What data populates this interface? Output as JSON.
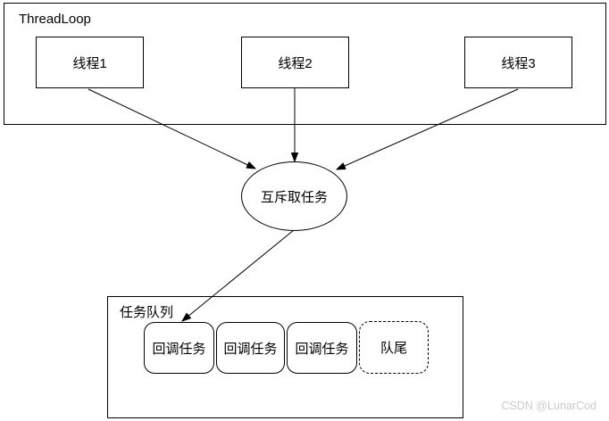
{
  "diagram": {
    "thread_loop": {
      "label": "ThreadLoop",
      "threads": [
        {
          "label": "线程1"
        },
        {
          "label": "线程2"
        },
        {
          "label": "线程3"
        }
      ]
    },
    "mutex": {
      "label": "互斥取任务"
    },
    "task_queue": {
      "label": "任务队列",
      "tasks": [
        {
          "label": "回调任务"
        },
        {
          "label": "回调任务"
        },
        {
          "label": "回调任务"
        }
      ],
      "tail_label": "队尾"
    },
    "arrows": [
      {
        "from": "thread-1",
        "to": "mutex"
      },
      {
        "from": "thread-2",
        "to": "mutex"
      },
      {
        "from": "thread-3",
        "to": "mutex"
      },
      {
        "from": "mutex",
        "to": "task-queue-head"
      }
    ],
    "watermark": "CSDN @LunarCod",
    "colors": {
      "stroke": "#000000",
      "text": "#000000",
      "fill": "#ffffff",
      "watermark": "#cbcbcb",
      "background": "#ffffff"
    }
  }
}
